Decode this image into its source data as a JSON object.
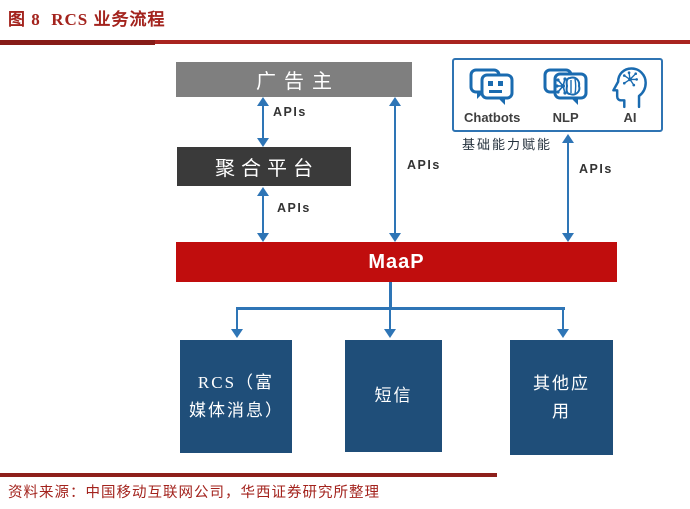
{
  "figure": {
    "title": "图 8  RCS 业务流程",
    "source": "资料来源：中国移动互联网公司，华西证券研究所整理"
  },
  "diagram": {
    "nodes": {
      "advertiser": "广告主",
      "aggregator": "聚合平台",
      "maap": "MaaP",
      "rcs": "RCS（富媒体消息）",
      "sms": "短信",
      "other": "其他应用"
    },
    "capabilities": {
      "caption": "基础能力赋能",
      "items": [
        {
          "label": "Chatbots",
          "icon": "chatbot-icon"
        },
        {
          "label": "NLP",
          "icon": "nlp-icon"
        },
        {
          "label": "AI",
          "icon": "ai-head-icon"
        }
      ]
    },
    "api_labels": [
      "APIs",
      "APIs",
      "APIs",
      "APIs"
    ]
  },
  "colors": {
    "title_red": "#a3231d",
    "rule_dark_red": "#871c18",
    "maap_red": "#c00d0d",
    "node_gray": "#7f7f7f",
    "node_dark": "#3a3a3a",
    "node_navy": "#1f4e79",
    "arrow_blue": "#2e75b6",
    "icon_blue": "#1a6bb0"
  }
}
